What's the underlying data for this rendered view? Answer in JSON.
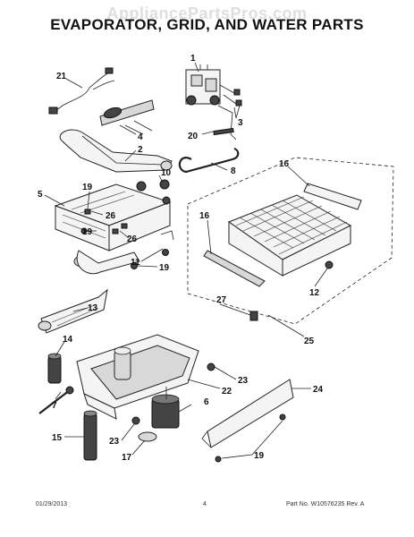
{
  "watermark": "AppliancePartsPros.com",
  "title": "EVAPORATOR, GRID, AND WATER PARTS",
  "callouts": {
    "c21": "21",
    "c1": "1",
    "c3": "3",
    "c20": "20",
    "c4": "4",
    "c2": "2",
    "c8": "8",
    "c10": "10",
    "c16a": "16",
    "c5": "5",
    "c19a": "19",
    "c26a": "26",
    "c19b": "19",
    "c26b": "26",
    "c11": "11",
    "c19c": "19",
    "c16b": "16",
    "c12": "12",
    "c27": "27",
    "c13": "13",
    "c25": "25",
    "c14": "14",
    "c23a": "23",
    "c22": "22",
    "c24": "24",
    "c6": "6",
    "c7": "7",
    "c15": "15",
    "c23b": "23",
    "c17": "17",
    "c19d": "19"
  },
  "footer": {
    "date": "01/29/2013",
    "page": "4",
    "part": "Part No. W10576235  Rev. A"
  }
}
